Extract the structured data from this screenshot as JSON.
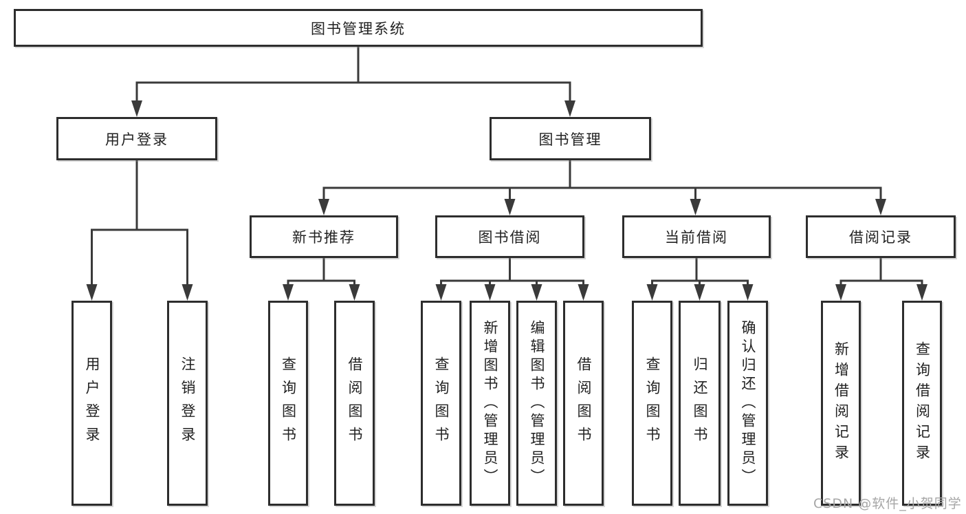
{
  "colors": {
    "background": "#ffffff",
    "line": "#3a3a3a",
    "box_border": "#2d2d2d",
    "box_fill": "#ffffff",
    "text": "#222222",
    "watermark": "#a6a6a6"
  },
  "tree": {
    "root": {
      "id": "library-management-system",
      "label": "图书管理系统"
    },
    "level2": [
      {
        "id": "user-login",
        "label": "用户登录",
        "parent": "图书管理系统"
      },
      {
        "id": "book-management",
        "label": "图书管理",
        "parent": "图书管理系统"
      }
    ],
    "level3": [
      {
        "id": "new-book-recommend",
        "label": "新书推荐",
        "parent": "图书管理"
      },
      {
        "id": "book-borrowing",
        "label": "图书借阅",
        "parent": "图书管理"
      },
      {
        "id": "current-borrowing",
        "label": "当前借阅",
        "parent": "图书管理"
      },
      {
        "id": "borrowing-records",
        "label": "借阅记录",
        "parent": "图书管理"
      }
    ],
    "leaves": [
      {
        "id": "leaf-user-login",
        "label": "用户登录",
        "parent": "用户登录"
      },
      {
        "id": "leaf-logout",
        "label": "注销登录",
        "parent": "用户登录"
      },
      {
        "id": "leaf-query-books-recommend",
        "label": "查询图书",
        "parent": "新书推荐"
      },
      {
        "id": "leaf-borrow-books-recommend",
        "label": "借阅图书",
        "parent": "新书推荐"
      },
      {
        "id": "leaf-query-books-borrow",
        "label": "查询图书",
        "parent": "图书借阅"
      },
      {
        "id": "leaf-add-books-admin",
        "label": "新增图书（管理员）",
        "parent": "图书借阅"
      },
      {
        "id": "leaf-edit-books-admin",
        "label": "编辑图书（管理员）",
        "parent": "图书借阅"
      },
      {
        "id": "leaf-borrow-books",
        "label": "借阅图书",
        "parent": "图书借阅"
      },
      {
        "id": "leaf-query-books-current",
        "label": "查询图书",
        "parent": "当前借阅"
      },
      {
        "id": "leaf-return-books",
        "label": "归还图书",
        "parent": "当前借阅"
      },
      {
        "id": "leaf-confirm-return-admin",
        "label": "确认归还（管理员）",
        "parent": "当前借阅"
      },
      {
        "id": "leaf-add-borrow-record",
        "label": "新增借阅记录",
        "parent": "借阅记录"
      },
      {
        "id": "leaf-query-borrow-record",
        "label": "查询借阅记录",
        "parent": "借阅记录"
      }
    ]
  },
  "watermark": {
    "text": "CSDN @软件_小贺同学"
  }
}
